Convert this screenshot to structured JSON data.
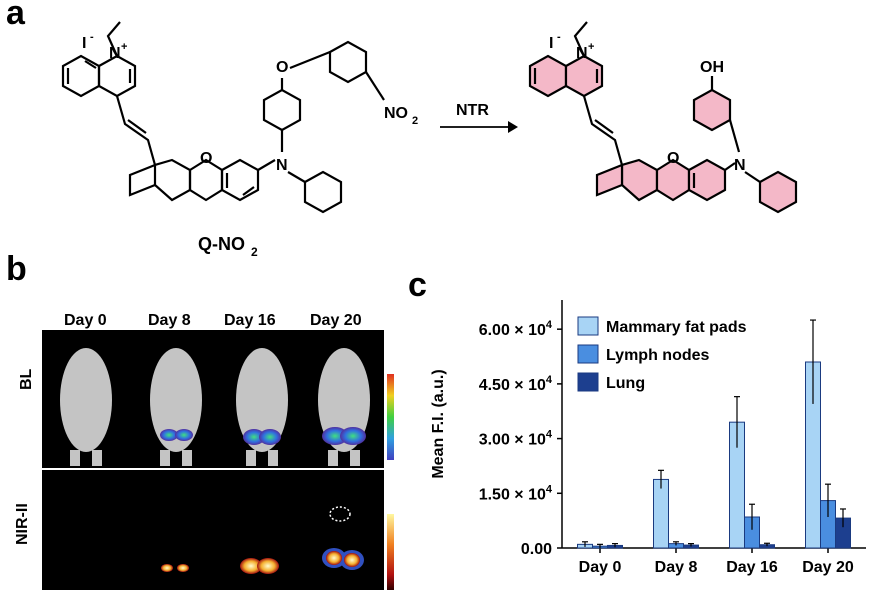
{
  "panels": {
    "a": "a",
    "b": "b",
    "c": "c"
  },
  "scheme": {
    "compound_label": "Q-NO",
    "compound_label_sub": "2",
    "arrow_label": "NTR",
    "iodide": "I",
    "iodide_charge": "-",
    "nitrogen": "N",
    "nitrogen_charge": "+",
    "oxygen_ring": "O",
    "oxygen_ether": "O",
    "amine_n": "N",
    "nitro": "NO",
    "nitro_sub": "2",
    "hydroxyl": "OH",
    "colors": {
      "product_fill": "#f4b8c8",
      "stroke": "#000000"
    }
  },
  "imaging": {
    "days": [
      "Day 0",
      "Day 8",
      "Day 16",
      "Day 20"
    ],
    "rows": [
      "BL",
      "NIR-II"
    ],
    "colors": {
      "background": "#000000",
      "mouse": "#bfbfbf"
    }
  },
  "chart_data": {
    "type": "bar",
    "categories": [
      "Day 0",
      "Day 8",
      "Day 16",
      "Day 20"
    ],
    "series": [
      {
        "name": "Mammary fat pads",
        "values": [
          1000,
          18800,
          34500,
          51000
        ],
        "errors": [
          700,
          2500,
          7000,
          11500
        ],
        "color": "#a8d4f5"
      },
      {
        "name": "Lymph nodes",
        "values": [
          500,
          1200,
          8500,
          13000
        ],
        "errors": [
          500,
          500,
          3500,
          4500
        ],
        "color": "#4a8ee0"
      },
      {
        "name": "Lung",
        "values": [
          700,
          800,
          900,
          8200
        ],
        "errors": [
          500,
          400,
          400,
          2500
        ],
        "color": "#1d3f8f"
      }
    ],
    "ylabel": "Mean F.I. (a.u.)",
    "ytick_labels": [
      "0.00",
      "1.50 × 10",
      "3.00 × 10",
      "4.50 × 10",
      "6.00 × 10"
    ],
    "ytick_exponent": "4",
    "ytick_values": [
      0,
      15000,
      30000,
      45000,
      60000
    ],
    "ylim": [
      0,
      68000
    ],
    "legend_placement": "top-left"
  }
}
